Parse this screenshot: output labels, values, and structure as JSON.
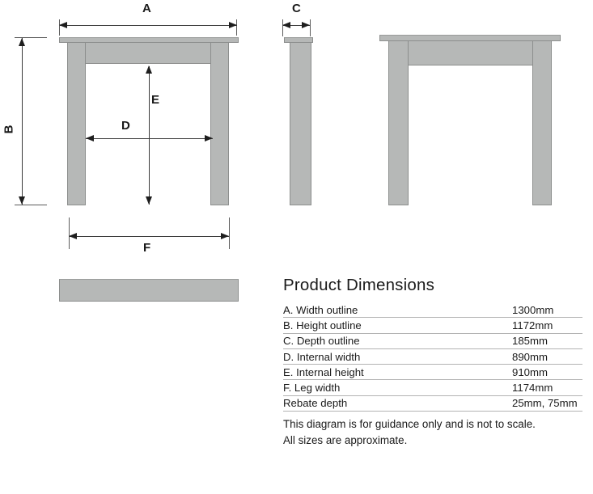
{
  "diagram": {
    "labels": {
      "a": "A",
      "b": "B",
      "c": "C",
      "d": "D",
      "e": "E",
      "f": "F"
    },
    "colors": {
      "fill": "#b6b8b7",
      "outline": "#8c8e8d",
      "dimension_line": "#3b3b3b"
    }
  },
  "table": {
    "title": "Product Dimensions",
    "rows": [
      {
        "label": "A. Width outline",
        "value": "1300mm"
      },
      {
        "label": "B. Height outline",
        "value": "1172mm"
      },
      {
        "label": "C. Depth outline",
        "value": "185mm"
      },
      {
        "label": "D. Internal width",
        "value": "890mm"
      },
      {
        "label": "E. Internal height",
        "value": "910mm"
      },
      {
        "label": "F. Leg width",
        "value": "1174mm"
      },
      {
        "label": "Rebate depth",
        "value": "25mm, 75mm"
      }
    ],
    "notes": [
      "This diagram is for guidance only and is not to scale.",
      "All sizes are approximate."
    ]
  }
}
